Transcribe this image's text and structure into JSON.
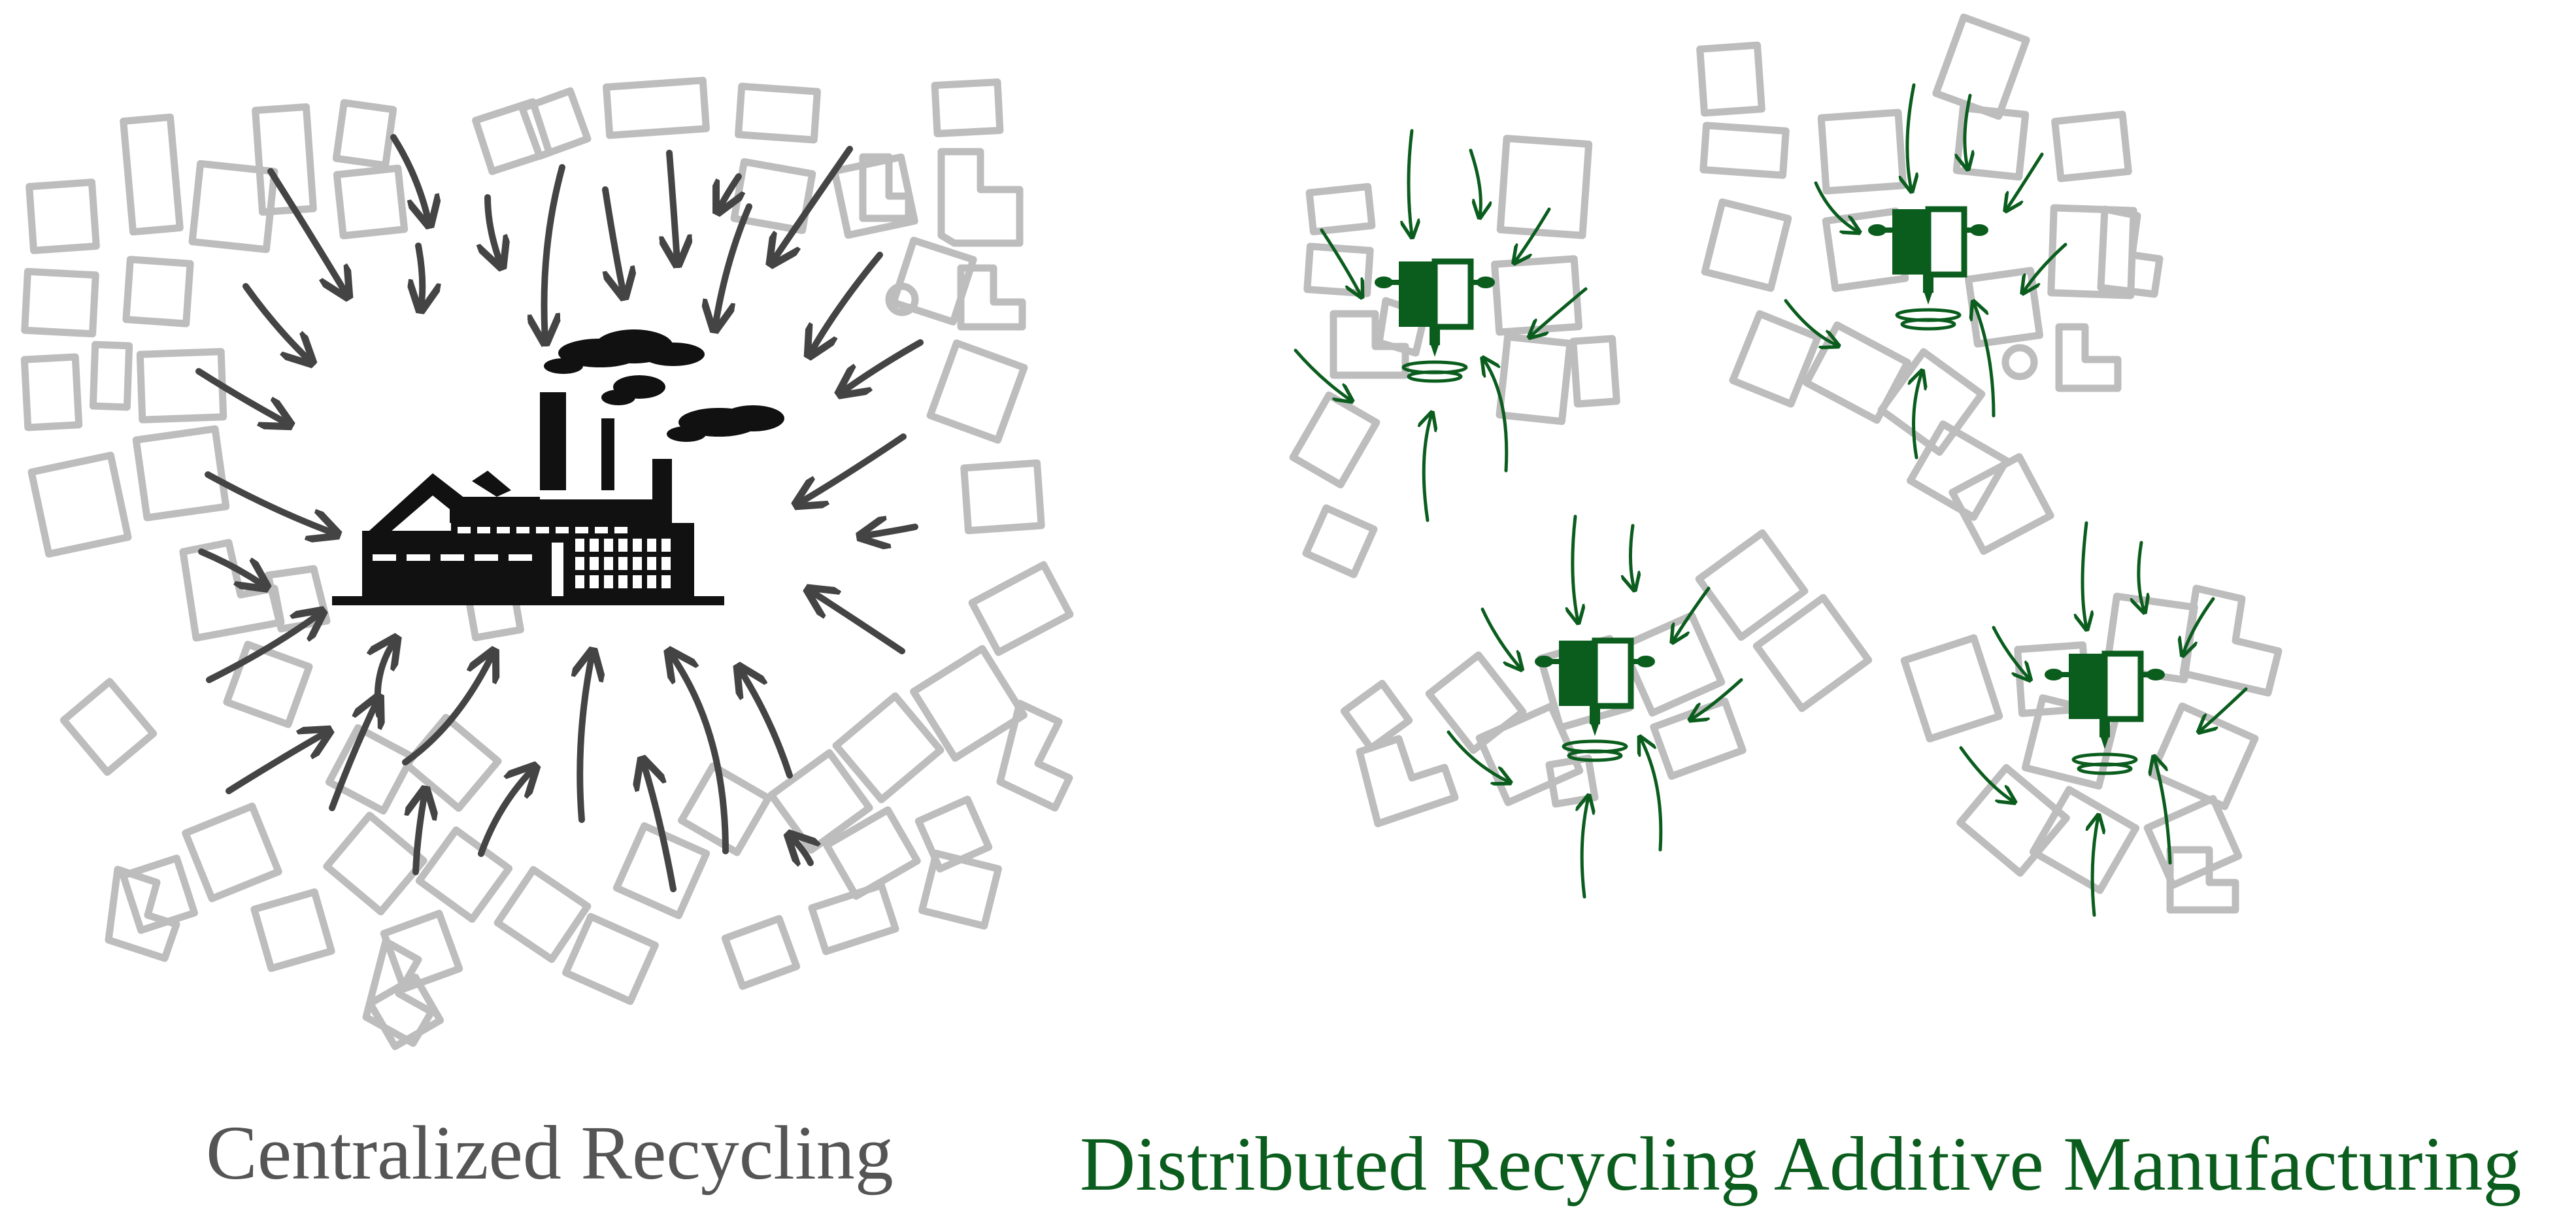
{
  "captions": {
    "centralized": "Centralized Recycling",
    "distributed": "Distributed Recycling Additive Manufacturing"
  },
  "colors": {
    "building_outline": "#bdbdbd",
    "centralized_arrow": "#444444",
    "factory": "#111111",
    "distributed_green": "#0b5d1e",
    "centralized_text": "#555555"
  },
  "icons": {
    "factory": "factory-icon",
    "printer": "3d-printer-icon",
    "building": "building-outline"
  }
}
